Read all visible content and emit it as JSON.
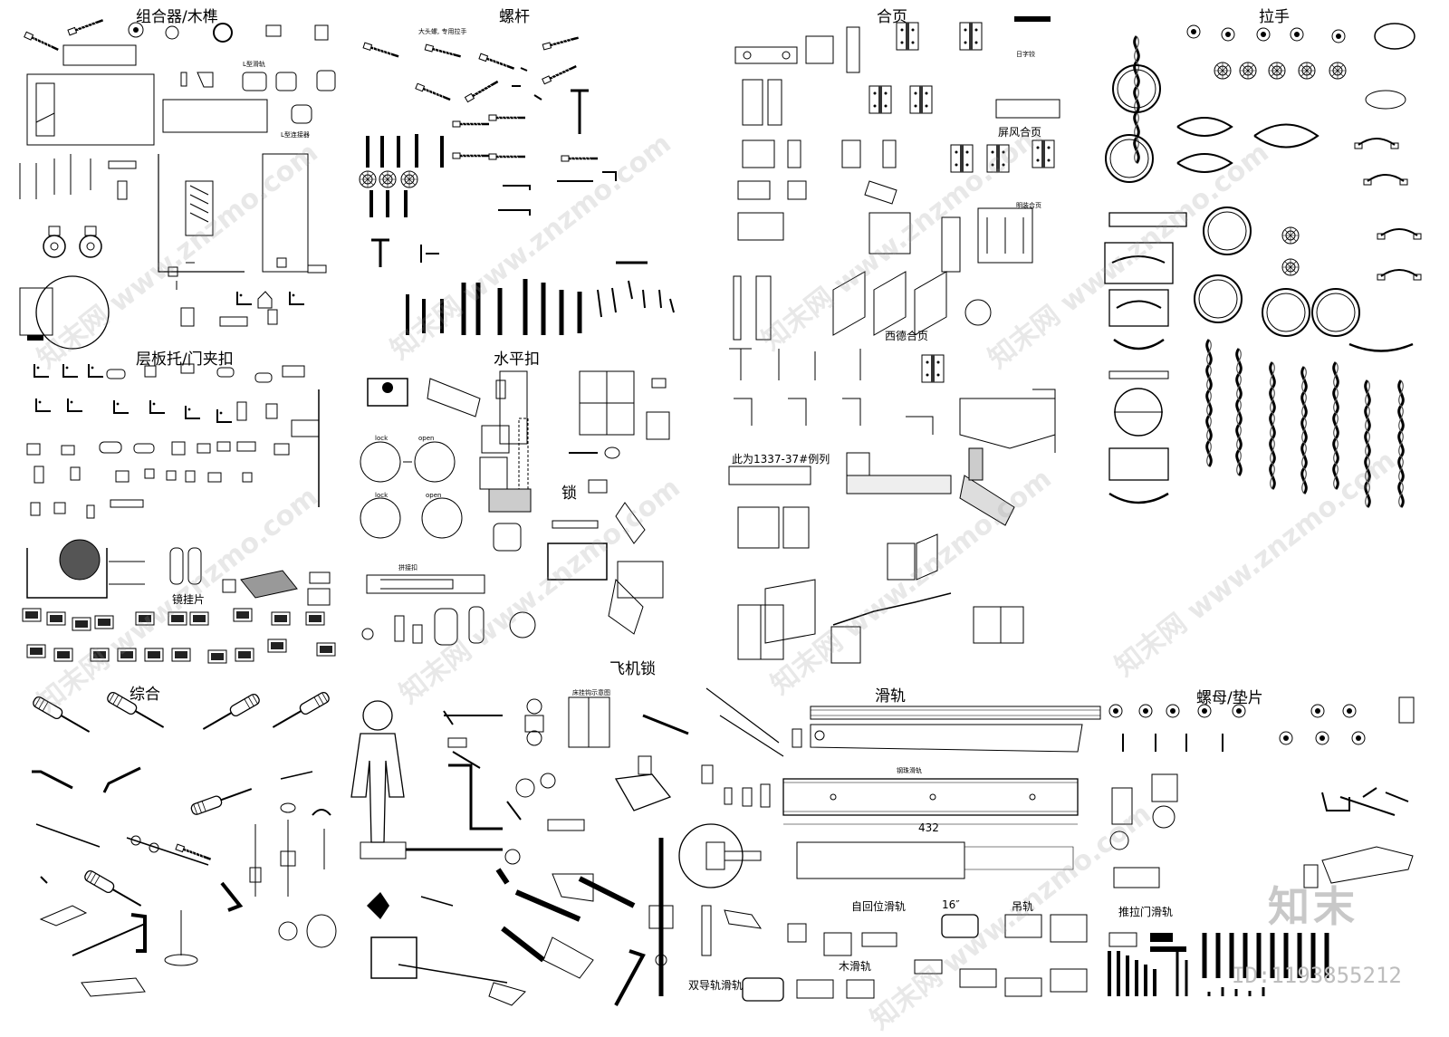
{
  "sections": [
    {
      "id": "zuheqi",
      "title": "组合器/木榫"
    },
    {
      "id": "luogan",
      "title": "螺杆"
    },
    {
      "id": "heye",
      "title": "合页"
    },
    {
      "id": "lashou",
      "title": "拉手"
    },
    {
      "id": "cengban",
      "title": "层板托/门夹扣"
    },
    {
      "id": "shuiping",
      "title": "水平扣"
    },
    {
      "id": "suo",
      "title": "锁"
    },
    {
      "id": "feiji",
      "title": "飞机锁"
    },
    {
      "id": "zonghe",
      "title": "综合"
    },
    {
      "id": "huagui",
      "title": "滑轨"
    },
    {
      "id": "luomu",
      "title": "螺母/垫片"
    }
  ],
  "annotations": {
    "datouluo": "大头螺, 专用拉手",
    "pingfeng": "屏风合页",
    "xide": "西德合页",
    "ci1337": "此为1337-37#例列",
    "jingguapian": "镜挂片",
    "chuangguagou": "床挂钩示意图",
    "zihuiwei": "自回位滑轨",
    "size16": "16″",
    "diaogui": "吊轨",
    "muhuagui": "木滑轨",
    "shuangdao": "双导轨滑轨",
    "tuilamen": "推拉门滑轨",
    "dim432": "432",
    "lock1": "lock",
    "open1": "open",
    "lock2": "lock",
    "open2": "open",
    "ribenjiao": "日字铰",
    "mingzhuang": "明装合页",
    "lcon": "L型连接器",
    "lrail": "L型滑轨",
    "gangzhu": "钢珠滑轨",
    "pinjie": "拼接扣"
  },
  "watermark": "知末网 www.znzmo.com",
  "logo": "知末",
  "image_id_text": "ID:1193855212"
}
